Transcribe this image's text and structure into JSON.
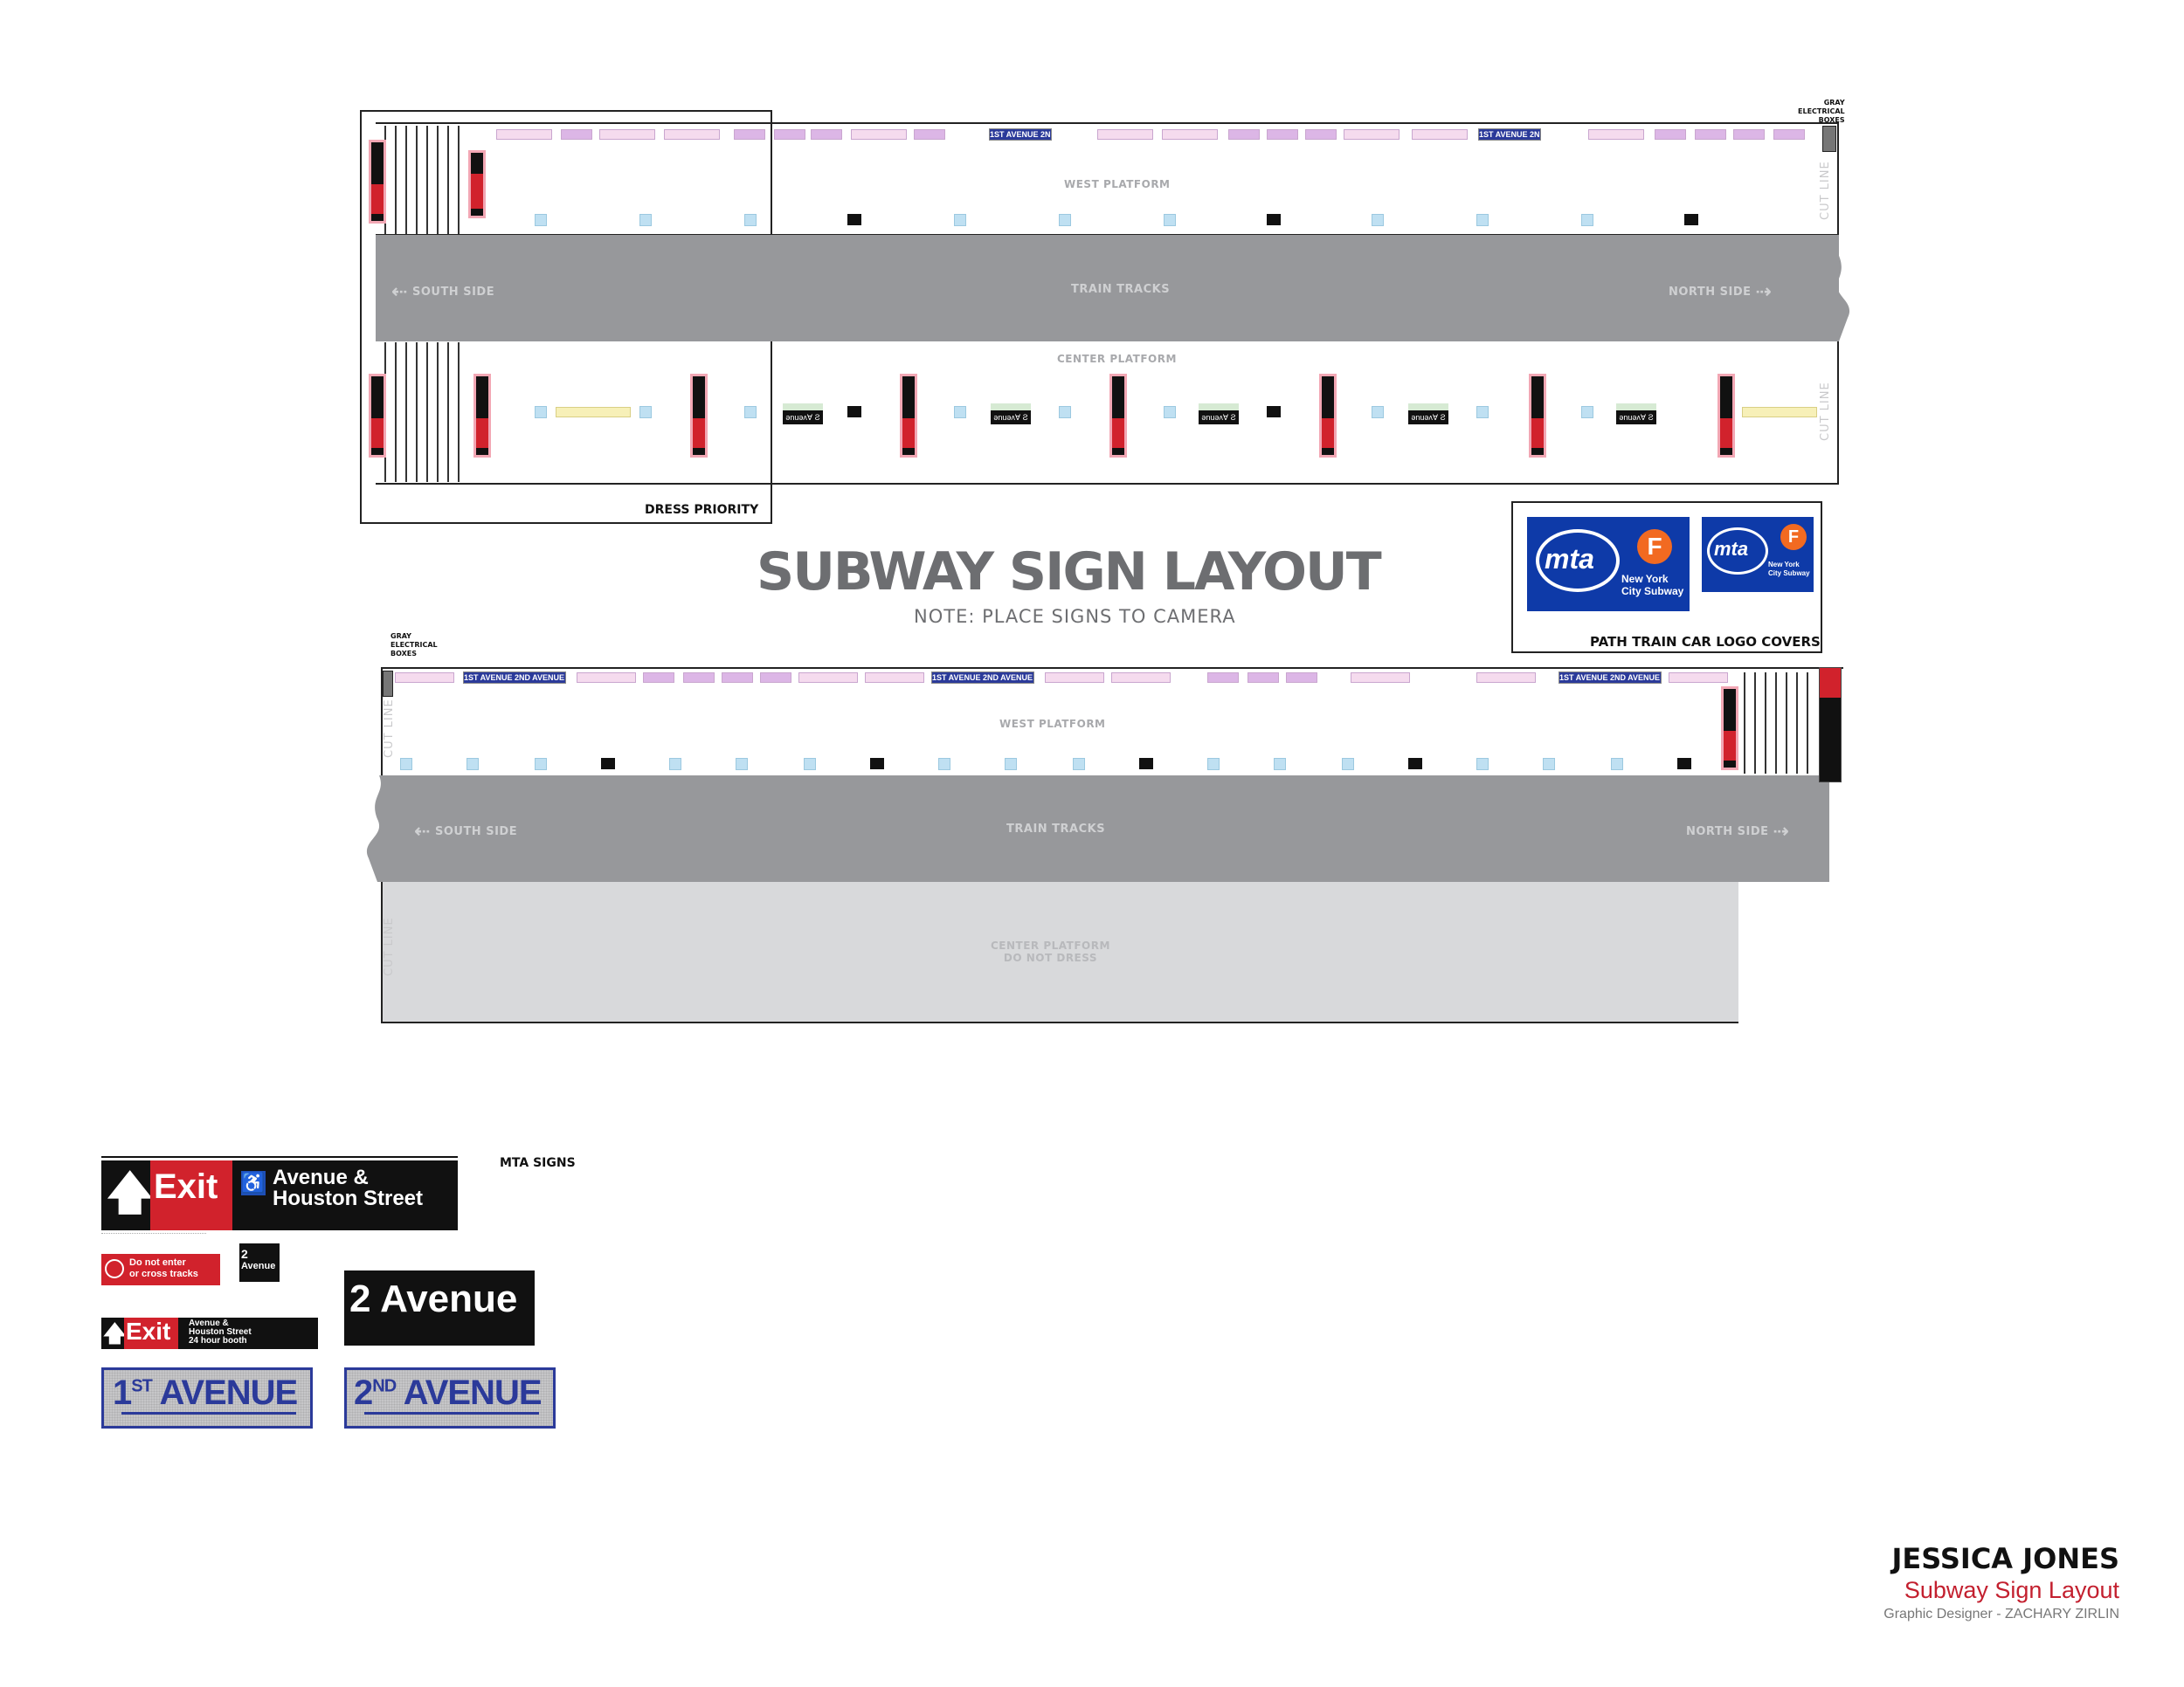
{
  "title": "SUBWAY SIGN LAYOUT",
  "note": "NOTE:  PLACE SIGNS TO CAMERA",
  "top_layout": {
    "west_platform": "WEST PLATFORM",
    "south_side": "SOUTH SIDE",
    "train_tracks": "TRAIN TRACKS",
    "north_side": "NORTH SIDE",
    "center_platform": "CENTER PLATFORM",
    "cut_line": "CUT LINE",
    "dress_priority": "DRESS PRIORITY",
    "gray_boxes_label": [
      "GRAY",
      "ELECTRICAL",
      "BOXES"
    ]
  },
  "bottom_layout": {
    "west_platform": "WEST PLATFORM",
    "south_side": "SOUTH SIDE",
    "train_tracks": "TRAIN TRACKS",
    "north_side": "NORTH SIDE",
    "center_platform": "CENTER PLATFORM",
    "do_not_dress": "DO NOT DRESS",
    "cut_line": "CUT LINE",
    "gray_boxes_label": [
      "GRAY",
      "ELECTRICAL",
      "BOXES"
    ]
  },
  "logo_covers": {
    "caption": "PATH TRAIN CAR LOGO COVERS",
    "logo_text": "mta",
    "line_letter": "F",
    "subtitle_line1": "New York",
    "subtitle_line2": "City Subway"
  },
  "mta_signs": {
    "heading": "MTA SIGNS",
    "exit_sign": {
      "exit": "Exit",
      "line1": "Avenue &",
      "line2": "Houston Street"
    },
    "do_not_enter": {
      "line1": "Do not enter",
      "line2": "or cross tracks"
    },
    "small_2_avenue": {
      "num": "2",
      "word": "Avenue"
    },
    "big_2_avenue": "2 Avenue",
    "exit_booth": {
      "exit": "Exit",
      "line1": "Avenue &",
      "line2": "Houston Street",
      "line3": "24 hour booth"
    },
    "first_avenue": {
      "num": "1",
      "suffix": "ST",
      "word": "AVENUE"
    },
    "second_avenue": {
      "num": "2",
      "suffix": "ND",
      "word": "AVENUE"
    }
  },
  "footer": {
    "show": "JESSICA JONES",
    "subtitle": "Subway Sign Layout",
    "credit": "Graphic Designer - ZACHARY ZIRLIN"
  },
  "colors": {
    "track_gray": "#97989b",
    "center_do_not_dress": "#d8d9db",
    "mta_blue": "#0e3aa8",
    "f_orange": "#f26a21",
    "exit_red": "#d1222c",
    "footer_red": "#c3202f"
  }
}
